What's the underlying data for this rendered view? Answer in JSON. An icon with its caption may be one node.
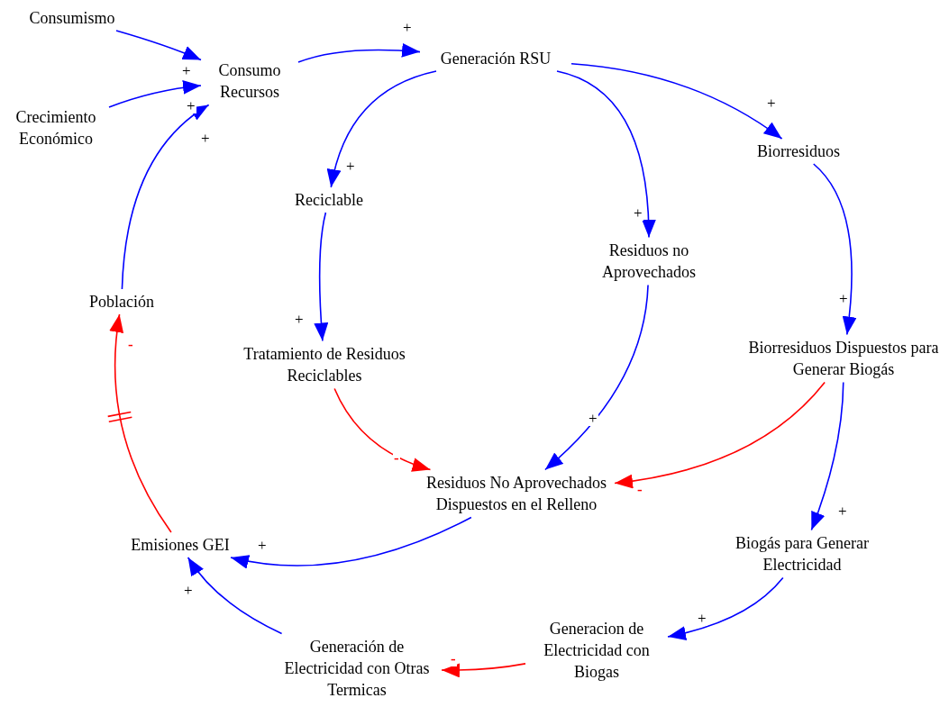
{
  "diagram": {
    "nodes": [
      {
        "text": [
          "Consumismo"
        ]
      },
      {
        "text": [
          "Consumo Recursos"
        ]
      },
      {
        "text": [
          "Crecimiento Económico"
        ]
      },
      {
        "text": [
          "Generación RSU"
        ]
      },
      {
        "text": [
          "Biorresiduos"
        ]
      },
      {
        "text": [
          "Reciclable"
        ]
      },
      {
        "text": [
          "Residuos no Aprovechados"
        ]
      },
      {
        "text": [
          "Población"
        ]
      },
      {
        "text": [
          "Tratamiento de Residuos Reciclables"
        ]
      },
      {
        "text": [
          "Biorresiduos Dispuestos para Generar Biogás"
        ]
      },
      {
        "text": [
          "Residuos No Aprovechados Dispuestos en el Relleno"
        ]
      },
      {
        "text": [
          "Emisiones GEI"
        ]
      },
      {
        "text": [
          "Biogás para Generar Electricidad"
        ]
      },
      {
        "text": [
          "Generacion de Electricidad con Biogas"
        ]
      },
      {
        "text": [
          "Generación de Electricidad con Otras Termicas"
        ]
      }
    ],
    "edges": [
      {
        "from": 0,
        "to": 1,
        "arrow": "to",
        "label": "+"
      },
      {
        "from": 2,
        "to": 1,
        "arrow": "to",
        "label": "+"
      },
      {
        "from": 7,
        "to": 1,
        "arrow": "to",
        "label": "+"
      },
      {
        "from": 1,
        "to": 3,
        "arrow": "to",
        "label": "+"
      },
      {
        "from": 3,
        "to": 5,
        "arrow": "to",
        "label": "+"
      },
      {
        "from": 3,
        "to": 6,
        "arrow": "to",
        "label": "+"
      },
      {
        "from": 3,
        "to": 4,
        "arrow": "to",
        "label": "+"
      },
      {
        "from": 5,
        "to": 8,
        "arrow": "to",
        "label": "+"
      },
      {
        "from": 4,
        "to": 9,
        "arrow": "to",
        "label": "+"
      },
      {
        "from": 6,
        "to": 10,
        "arrow": "to",
        "label": "+"
      },
      {
        "from": 8,
        "to": 10,
        "arrow": "to",
        "label": "-",
        "color": "#ff0000"
      },
      {
        "from": 9,
        "to": 10,
        "arrow": "to",
        "label": "-",
        "color": "#ff0000"
      },
      {
        "from": 9,
        "to": 12,
        "arrow": "to",
        "label": "+"
      },
      {
        "from": 10,
        "to": 11,
        "arrow": "to",
        "label": "+"
      },
      {
        "from": 12,
        "to": 13,
        "arrow": "to",
        "label": "+"
      },
      {
        "from": 13,
        "to": 14,
        "arrow": "to",
        "label": "-",
        "color": "#ff0000"
      },
      {
        "from": 14,
        "to": 11,
        "arrow": "to",
        "label": "+"
      },
      {
        "from": 11,
        "to": 7,
        "arrow": "to",
        "label": "-",
        "color": "#ff0000"
      }
    ]
  }
}
